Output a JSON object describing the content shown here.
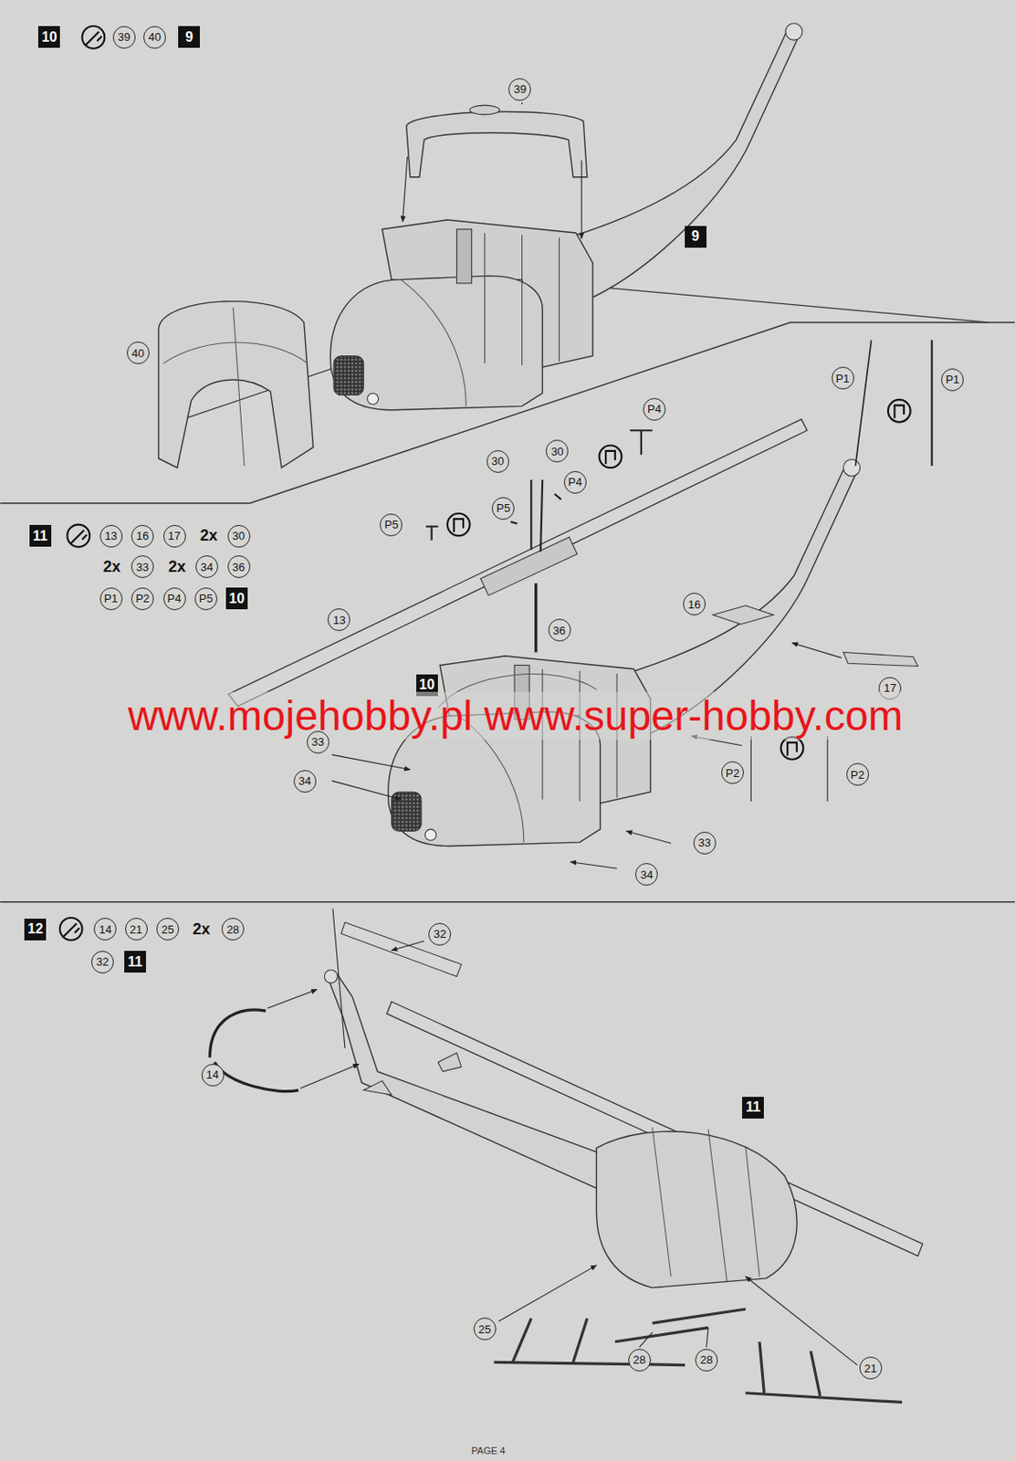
{
  "diagram": {
    "labels": [
      "10",
      "39",
      "40",
      "9",
      "39",
      "9",
      "40",
      "11",
      "13",
      "16",
      "17",
      "2x",
      "30",
      "2x",
      "33",
      "2x",
      "34",
      "36",
      "P1",
      "P2",
      "P4",
      "P5",
      "10",
      "P1",
      "P1",
      "P4",
      "30",
      "30",
      "P4",
      "P5",
      "P5",
      "13",
      "36",
      "16",
      "10",
      "17",
      "www.mojehobby.pl www.super-hobby.com",
      "33",
      "34",
      "P2",
      "P2",
      "33",
      "34",
      "12",
      "14",
      "21",
      "25",
      "2x",
      "28",
      "32",
      "11",
      "32",
      "14",
      "11",
      "25",
      "28",
      "28",
      "21",
      "PAGE 4"
    ]
  }
}
